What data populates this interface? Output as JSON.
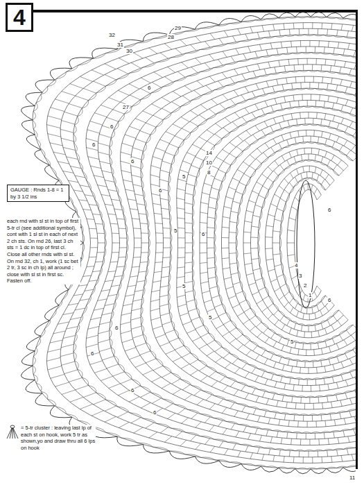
{
  "diagram": {
    "title": "4",
    "nodes": [
      {
        "text": [
          "GAUGE : Rnds 1-8 = 1 by 3 1/2 ins"
        ]
      }
    ],
    "edges": [],
    "labels": [
      "each rnd with sl st in top of first 5-tr cl (see additional symbol), cont with 1 sl st in each of next 2 ch sts. On rnd 26, last 3 ch sts = 1 dc in top of first cl. Close all other rnds with sl st. On rnd 32, ch 1, work (1 sc bet 2 tr, 3 sc in ch lp) all around ; close with sl st in first sc. Fasten off.",
      "11",
      "32",
      "31",
      "30",
      "29",
      "28",
      "27",
      "14",
      "10",
      "8",
      "6",
      "6",
      "6",
      "6",
      "6",
      "6",
      "6",
      "6",
      "6",
      "6",
      "6",
      "6",
      "5",
      "5",
      "5",
      "5",
      "5",
      "4",
      "3",
      "2",
      "1"
    ],
    "legend": [
      {
        "text": "= 5-tr cluster : leaving last lp of each st on hook, work 5 tr as shown,yo and draw thru all 6 lps on hook"
      }
    ]
  }
}
